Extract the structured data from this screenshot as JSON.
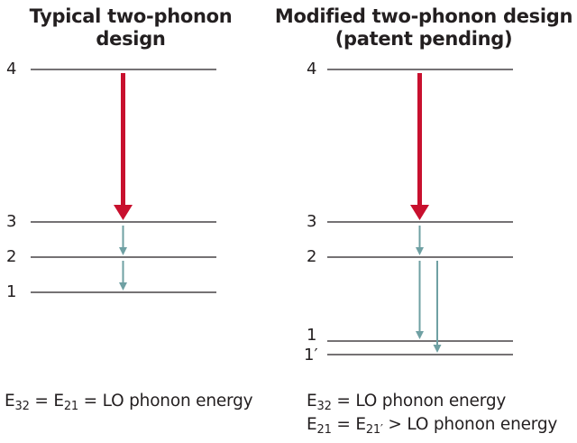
{
  "left": {
    "title_line1": "Typical two-phonon",
    "title_line2": "design",
    "levels": [
      "4",
      "3",
      "2",
      "1"
    ],
    "equation": {
      "e": "E",
      "sub1": "32",
      "eq1": " = E",
      "sub2": "21",
      "rest": " = LO phonon energy"
    }
  },
  "right": {
    "title_line1": "Modified two-phonon design",
    "title_line2": "(patent pending)",
    "levels": [
      "4",
      "3",
      "2",
      "1",
      "1′"
    ],
    "equation1": {
      "e": "E",
      "sub": "32",
      "rest": " = LO phonon energy"
    },
    "equation2": {
      "e": "E",
      "sub1": "21",
      "eq1": " = E",
      "sub2": "21′",
      "rest": " > LO phonon energy"
    }
  },
  "colors": {
    "radiative_arrow": "#c8102e",
    "phonon_arrow": "#6fa0a3",
    "level_line": "#231f20",
    "text": "#231f20"
  }
}
